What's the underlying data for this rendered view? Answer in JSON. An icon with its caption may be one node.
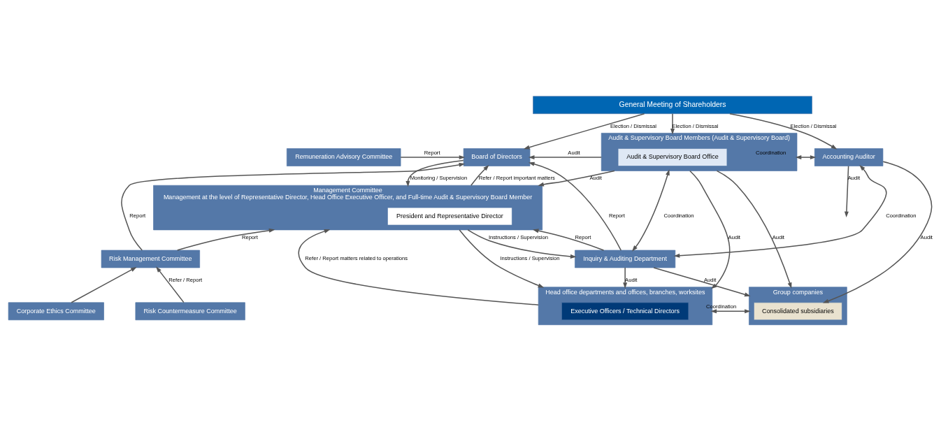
{
  "diagram": {
    "nodes": [
      {
        "text": [
          "General Meeting of Shareholders"
        ]
      },
      {
        "text": [
          "Remuneration Advisory Committee"
        ]
      },
      {
        "text": [
          "Board of Directors"
        ]
      },
      {
        "text": [
          "Audit & Supervisory Board Members (Audit & Supervisory Board)"
        ]
      },
      {
        "text": [
          "Audit & Supervisory Board Office"
        ],
        "in": 3
      },
      {
        "text": [
          "Accounting Auditor"
        ]
      },
      {
        "text": [
          "Risk Management Committee"
        ]
      },
      {
        "text": [
          "Management Committee",
          "Management at the level of Representative Director, Head Office Executive Officer, and Full-time Audit & Supervisory Board Member"
        ]
      },
      {
        "text": [
          "President and Representative Director"
        ],
        "in": 7
      },
      {
        "text": [
          "Risk Countermeasure Committee"
        ]
      },
      {
        "text": [
          "Corporate Ethics Committee"
        ]
      },
      {
        "text": [
          "Inquiry & Auditing Department"
        ]
      },
      {
        "text": [
          "Head office departments and offices, branches, worksites"
        ]
      },
      {
        "text": [
          "Executive Officers / Technical Directors"
        ],
        "in": 12
      },
      {
        "text": [
          "Group companies"
        ]
      },
      {
        "text": [
          "Consolidated subsidiaries"
        ],
        "in": 14
      }
    ],
    "edges": [
      {
        "from": 0,
        "to": 2,
        "arrow": "to",
        "label": "Election / Dismissal"
      },
      {
        "from": 0,
        "to": 3,
        "arrow": "to",
        "label": "Election / Dismissal"
      },
      {
        "from": 0,
        "to": 5,
        "arrow": "to",
        "label": "Election / Dismissal"
      },
      {
        "from": 1,
        "to": 2,
        "arrow": "to",
        "label": "Report"
      },
      {
        "from": 6,
        "to": 2,
        "arrow": "to",
        "label": "Report"
      },
      {
        "from": 6,
        "to": 7,
        "arrow": "to",
        "label": "Report"
      },
      {
        "from": 9,
        "to": 6,
        "arrow": "to",
        "label": "Refer / Report"
      },
      {
        "from": 10,
        "to": 6,
        "arrow": "to"
      },
      {
        "from": 3,
        "to": 2,
        "arrow": "to",
        "label": "Audit"
      },
      {
        "from": 11,
        "to": 2,
        "arrow": "to",
        "label": "Report"
      },
      {
        "from": 3,
        "to": 5,
        "arrow": "both",
        "label": "Coordination"
      },
      {
        "from": 7,
        "to": 2,
        "arrow": "to",
        "label": "Refer / Report important matters"
      },
      {
        "from": 2,
        "to": 7,
        "arrow": "to",
        "label": "Monitoring / Supervision"
      },
      {
        "from": 3,
        "to": 7,
        "arrow": "to",
        "label": "Audit"
      },
      {
        "from": 3,
        "to": 11,
        "arrow": "both",
        "label": "Coordination"
      },
      {
        "from": 3,
        "to": 12,
        "arrow": "to",
        "label": "Audit"
      },
      {
        "from": 3,
        "to": 14,
        "arrow": "to",
        "label": "Audit"
      },
      {
        "from": 5,
        "to": null,
        "arrow": "to",
        "label": "Audit"
      },
      {
        "from": 11,
        "to": 7,
        "arrow": "to",
        "label": "Report"
      },
      {
        "from": 7,
        "to": 11,
        "arrow": "to",
        "label": "Instructions / Supervision"
      },
      {
        "from": 12,
        "to": 7,
        "arrow": "to",
        "label": "Refer / Report matters related to operations"
      },
      {
        "from": 7,
        "to": 12,
        "arrow": "to",
        "label": "Instructions / Supervision"
      },
      {
        "from": 11,
        "to": 12,
        "arrow": "to",
        "label": "Audit"
      },
      {
        "from": 11,
        "to": 5,
        "arrow": "both",
        "label": "Coordination"
      },
      {
        "from": 11,
        "to": 14,
        "arrow": "to",
        "label": "Audit"
      },
      {
        "from": 12,
        "to": 14,
        "arrow": "both",
        "label": "Coordination"
      },
      {
        "from": 5,
        "to": 15,
        "arrow": "to",
        "label": "Audit"
      }
    ]
  }
}
